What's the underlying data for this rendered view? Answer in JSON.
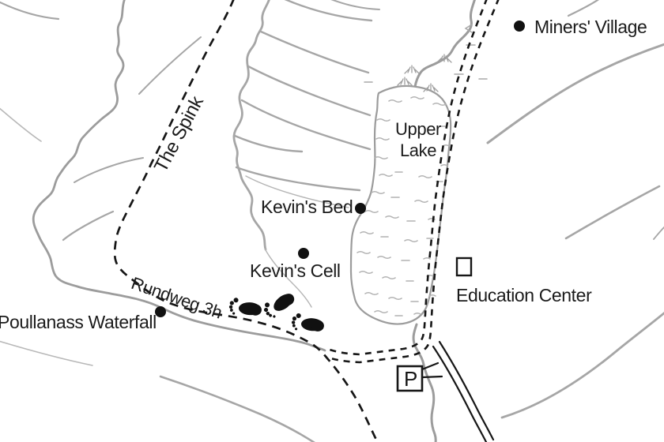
{
  "map": {
    "labels": {
      "miners_village": "Miners' Village",
      "upper_lake": [
        "Upper",
        "Lake"
      ],
      "kevins_bed": "Kevin's Bed",
      "kevins_cell": "Kevin's Cell",
      "the_spink": "The Spink",
      "rundweg": "Rundweg 3h",
      "poullanass_waterfall": "Poullanass Waterfall",
      "education_center": "Education Center",
      "parking": "P"
    },
    "points_of_interest": [
      {
        "name": "Miners' Village",
        "marker": "dot"
      },
      {
        "name": "Kevin's Bed",
        "marker": "dot"
      },
      {
        "name": "Kevin's Cell",
        "marker": "dot"
      },
      {
        "name": "Poullanass Waterfall",
        "marker": "dot"
      },
      {
        "name": "Education Center",
        "marker": "building-icon"
      },
      {
        "name": "Parking",
        "marker": "parking-square-icon"
      }
    ],
    "trail_annotations": {
      "route_label": "Rundweg 3h",
      "direction_icon": "footprints-icon",
      "footprint_count": 3
    },
    "water_features": [
      "Upper Lake"
    ],
    "colors": {
      "ink": "#161616",
      "contour_gray": "#a6a6a6",
      "water_gray": "#9c9c9c",
      "background": "#ffffff"
    }
  }
}
